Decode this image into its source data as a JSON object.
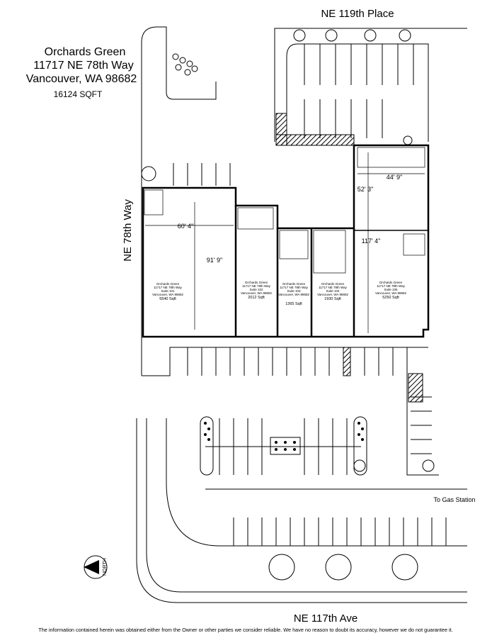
{
  "title": {
    "name": "Orchards Green",
    "address": "11717 NE 78th Way",
    "city": "Vancouver, WA 98682",
    "area": "16124 SQFT"
  },
  "streets": {
    "north": "NE 119th Place",
    "west": "NE 78th Way",
    "south": "NE 117th Ave"
  },
  "labels": {
    "gas_station": "To Gas Station",
    "north": "NORTH"
  },
  "dimensions": {
    "suite101_width": "60' 4\"",
    "depth": "91' 9\"",
    "suite105_width": "44' 9\"",
    "suite105_upper": "52' 3\"",
    "suite105_depth": "117' 4\""
  },
  "suites": [
    {
      "name": "Orchards Green",
      "address": "11717 NE 78th Way",
      "suite": "Suite 101",
      "city": "Vancouver, WA 98682",
      "sqft": "5540 Sqft"
    },
    {
      "name": "Orchards Green",
      "address": "11717 NE 78th Way",
      "suite": "Suite 102",
      "city": "Vancouver, WA 98682",
      "sqft": "2012 Sqft"
    },
    {
      "name": "Orchards Green",
      "address": "11717 NE 78th Way",
      "suite": "Suite 103",
      "city": "Vancouver, WA 98682",
      "sqft": "1365 Sqft"
    },
    {
      "name": "Orchards Green",
      "address": "11717 NE 78th Way",
      "suite": "Suite 104",
      "city": "Vancouver, WA 98682",
      "sqft": "1930 Sqft"
    },
    {
      "name": "Orchards Green",
      "address": "11717 NE 78th Way",
      "suite": "Suite 105",
      "city": "Vancouver, WA 98682",
      "sqft": "5250 Sqft"
    }
  ],
  "disclaimer": "The information contained herein was obtained either from the Owner or other parties we consider reliable.  We have no reason to doubt its accuracy, however we do not guarantee it."
}
